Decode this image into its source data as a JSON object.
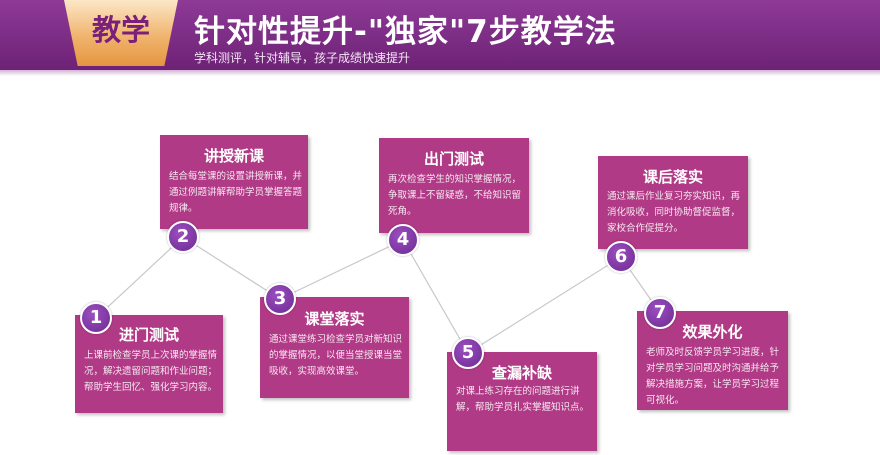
{
  "header": {
    "badge": "教学",
    "title": "针对性提升-\"独家\"7步教学法",
    "subtitle": "学科测评，针对辅导，孩子成绩快速提升"
  },
  "colors": {
    "banner": "#7a2a84",
    "card": "#b13a86",
    "node": "#6c2a91",
    "badge": "#f0b46e"
  },
  "steps": [
    {
      "num": "1",
      "title": "进门测试",
      "text": "上课前检查学员上次课的掌握情况，解决遗留问题和作业问题；帮助学生回忆、强化学习内容。"
    },
    {
      "num": "2",
      "title": "讲授新课",
      "text": "结合每堂课的设置讲授新课，并通过例题讲解帮助学员掌握答题规律。"
    },
    {
      "num": "3",
      "title": "课堂落实",
      "text": "通过课堂练习检查学员对新知识的掌握情况，以便当堂授课当堂吸收，实现高效课堂。"
    },
    {
      "num": "4",
      "title": "出门测试",
      "text": "再次检查学生的知识掌握情况，争取课上不留疑惑，不给知识留死角。"
    },
    {
      "num": "5",
      "title": "查漏补缺",
      "text": "对课上练习存在的问题进行讲解，帮助学员扎实掌握知识点。"
    },
    {
      "num": "6",
      "title": "课后落实",
      "text": "通过课后作业复习夯实知识，再消化吸收，同时协助督促监督，家校合作促提分。"
    },
    {
      "num": "7",
      "title": "效果外化",
      "text": "老师及时反馈学员学习进度，针对学员学习问题及时沟通并给予解决措施方案，让学员学习过程可视化。"
    }
  ]
}
